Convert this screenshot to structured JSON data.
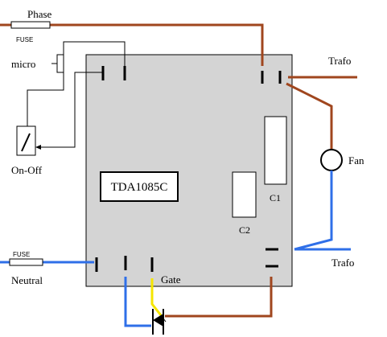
{
  "labels": {
    "phase": "Phase",
    "fuse_top": "FUSE",
    "micro": "micro",
    "on_off": "On-Off",
    "trafo_top": "Trafo",
    "fan": "Fan",
    "chip": "TDA1085C",
    "c1": "C1",
    "c2": "C2",
    "fuse_bottom": "FUSE",
    "neutral": "Neutral",
    "gate": "Gate",
    "trafo_bottom": "Trafo"
  },
  "colors": {
    "board": "#d4d4d4",
    "brown_wire": "#a0461e",
    "blue_wire": "#2f6fe8",
    "yellow_wire": "#f5e600",
    "black_wire": "#000000"
  }
}
